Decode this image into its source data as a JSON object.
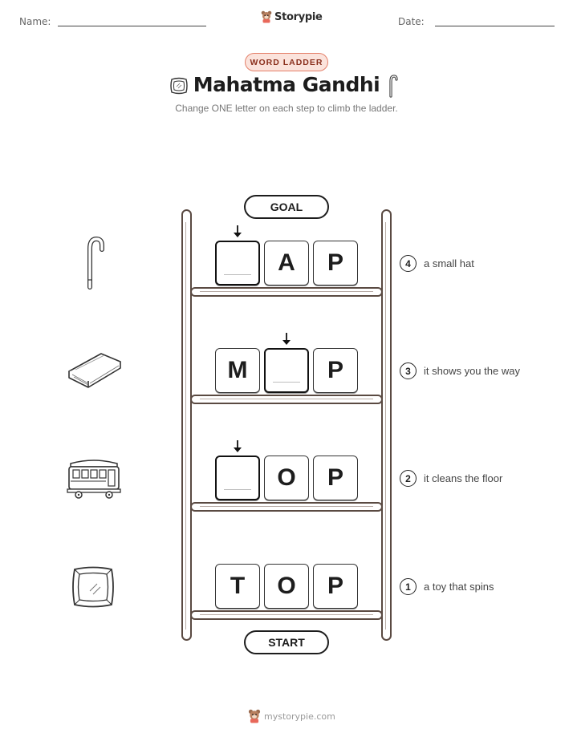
{
  "header": {
    "name_label": "Name:",
    "date_label": "Date:",
    "brand": "Storypie"
  },
  "badge": "WORD LADDER",
  "title": "Mahatma Gandhi",
  "subtitle": "Change ONE letter on each step to climb the ladder.",
  "goal_label": "GOAL",
  "start_label": "START",
  "steps": [
    {
      "number": "4",
      "clue": "a small hat",
      "letters": [
        "",
        "A",
        "P"
      ],
      "blank_index": 0,
      "picture": "walking-cane-icon"
    },
    {
      "number": "3",
      "clue": "it shows you the way",
      "letters": [
        "M",
        "",
        "P"
      ],
      "blank_index": 1,
      "picture": "book-icon"
    },
    {
      "number": "2",
      "clue": "it cleans the floor",
      "letters": [
        "",
        "O",
        "P"
      ],
      "blank_index": 0,
      "picture": "tram-icon"
    },
    {
      "number": "1",
      "clue": "a toy that spins",
      "letters": [
        "T",
        "O",
        "P"
      ],
      "blank_index": null,
      "picture": "cushion-icon"
    }
  ],
  "footer": "mystorypie.com"
}
